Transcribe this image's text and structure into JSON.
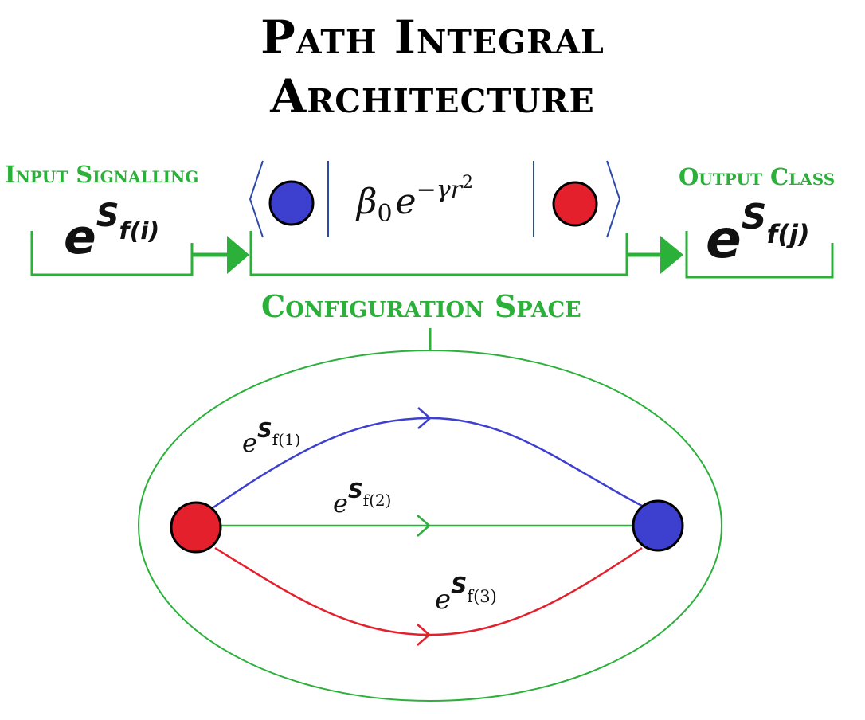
{
  "title": {
    "line1": "Path Integral",
    "line2": "Architecture"
  },
  "labels": {
    "input": "Input Signalling",
    "output": "Output Class",
    "config": "Configuration Space"
  },
  "formulas": {
    "input": {
      "base": "e",
      "exp": "S",
      "sub": "f(i)"
    },
    "output": {
      "base": "e",
      "exp": "S",
      "sub": "f(j)"
    },
    "kernel": {
      "coef": "β",
      "coef_sub": "0",
      "base": "e",
      "exp": "−γr",
      "exp_pow": "2"
    },
    "path1": {
      "base": "e",
      "exp": "S",
      "sub": "f(1)"
    },
    "path2": {
      "base": "e",
      "exp": "S",
      "sub": "f(2)"
    },
    "path3": {
      "base": "e",
      "exp": "S",
      "sub": "f(3)"
    }
  },
  "colors": {
    "green": "#2bb03a",
    "blue": "#3d3fcf",
    "red": "#e4202c",
    "bracket_blue": "#2c4aa8",
    "black": "#000000"
  },
  "paths": [
    {
      "name": "path-1",
      "color": "blue"
    },
    {
      "name": "path-2",
      "color": "green"
    },
    {
      "name": "path-3",
      "color": "red"
    }
  ]
}
